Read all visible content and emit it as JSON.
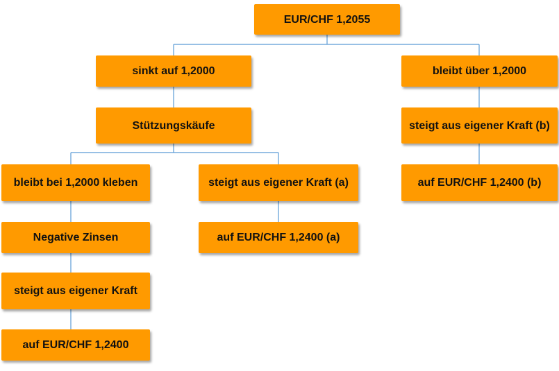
{
  "diagram": {
    "nodes": {
      "root": "EUR/CHF 1,2055",
      "sinkt": "sinkt auf 1,2000",
      "bleibt_ueber": "bleibt über 1,2000",
      "stuetzung": "Stützungskäufe",
      "steigt_b": "steigt aus eigener Kraft (b)",
      "kleben": "bleibt bei 1,2000 kleben",
      "steigt_a": "steigt aus eigener Kraft (a)",
      "ziel_b": "auf EUR/CHF 1,2400 (b)",
      "negativ": "Negative Zinsen",
      "ziel_a": "auf EUR/CHF 1,2400 (a)",
      "steigt_c": "steigt aus eigener Kraft",
      "ziel_c": "auf EUR/CHF 1,2400"
    },
    "colors": {
      "node_fill": "#ff9a00",
      "connector": "#5b9bd5",
      "text": "#111111"
    }
  }
}
